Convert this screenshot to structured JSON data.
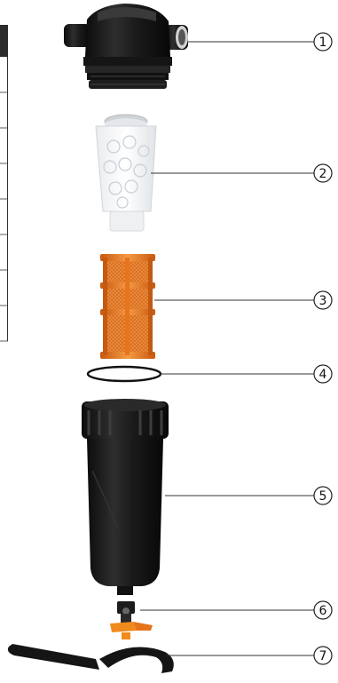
{
  "diagram": {
    "type": "exploded-view",
    "parts": [
      {
        "number": "1",
        "component": "filter-head"
      },
      {
        "number": "2",
        "component": "transparent-cartridge"
      },
      {
        "number": "3",
        "component": "mesh-screen",
        "color": "#e8741c"
      },
      {
        "number": "4",
        "component": "o-ring"
      },
      {
        "number": "5",
        "component": "filter-bowl"
      },
      {
        "number": "6",
        "component": "drain-valve",
        "color": "#f08a1c"
      },
      {
        "number": "7",
        "component": "bowl-wrench"
      }
    ]
  },
  "colors": {
    "body_black": "#1b1b1b",
    "mesh_orange": "#e8741c",
    "callout_line": "#333333"
  }
}
